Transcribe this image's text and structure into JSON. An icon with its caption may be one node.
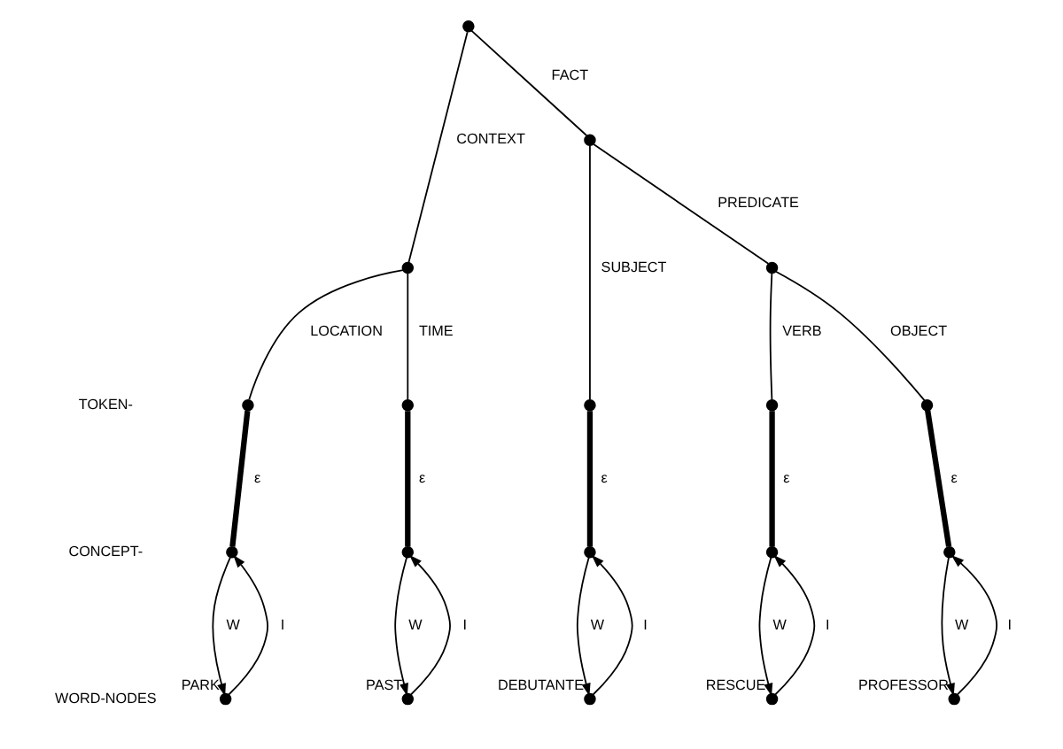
{
  "diagram": {
    "nodes": [
      {
        "text": [],
        "shape": "circle"
      },
      {
        "text": [],
        "shape": "circle"
      },
      {
        "text": [],
        "shape": "circle"
      },
      {
        "text": [],
        "shape": "circle"
      },
      {
        "text": [],
        "shape": "circle"
      },
      {
        "text": [],
        "shape": "circle"
      },
      {
        "text": [],
        "shape": "circle"
      },
      {
        "text": [],
        "shape": "circle"
      },
      {
        "text": [],
        "shape": "circle"
      },
      {
        "text": [],
        "shape": "circle"
      },
      {
        "text": [],
        "shape": "circle"
      },
      {
        "text": [],
        "shape": "circle"
      },
      {
        "text": [],
        "shape": "circle"
      },
      {
        "text": [],
        "shape": "circle"
      },
      {
        "text": [],
        "shape": "circle",
        "beside": [
          "PARK"
        ]
      },
      {
        "text": [],
        "shape": "circle",
        "beside": [
          "PAST"
        ]
      },
      {
        "text": [],
        "shape": "circle",
        "beside": [
          "DEBUTANTE"
        ]
      },
      {
        "text": [],
        "shape": "circle",
        "beside": [
          "RESCUE"
        ]
      },
      {
        "text": [],
        "shape": "circle",
        "beside": [
          "PROFESSOR"
        ]
      }
    ],
    "edges": [
      {
        "from": 0,
        "to": 1,
        "arrow": "none",
        "label": "CONTEXT"
      },
      {
        "from": 0,
        "to": 2,
        "arrow": "none",
        "label": "FACT"
      },
      {
        "from": 1,
        "to": 3,
        "arrow": "none",
        "label": "LOCATION"
      },
      {
        "from": 1,
        "to": 4,
        "arrow": "none",
        "label": "TIME"
      },
      {
        "from": 2,
        "to": 5,
        "arrow": "none",
        "label": "SUBJECT"
      },
      {
        "from": 2,
        "to": 6,
        "arrow": "none",
        "label": "PREDICATE"
      },
      {
        "from": 6,
        "to": 7,
        "arrow": "none",
        "label": "VERB"
      },
      {
        "from": 6,
        "to": 8,
        "arrow": "none",
        "label": "OBJECT"
      },
      {
        "from": 3,
        "to": 9,
        "arrow": "none",
        "label": "ε",
        "style": "thick"
      },
      {
        "from": 4,
        "to": 10,
        "arrow": "none",
        "label": "ε",
        "style": "thick"
      },
      {
        "from": 5,
        "to": 11,
        "arrow": "none",
        "label": "ε",
        "style": "thick"
      },
      {
        "from": 7,
        "to": 12,
        "arrow": "none",
        "label": "ε",
        "style": "thick"
      },
      {
        "from": 8,
        "to": 13,
        "arrow": "none",
        "label": "ε",
        "style": "thick"
      },
      {
        "from": 14,
        "to": 9,
        "arrow": "to",
        "label": "I"
      },
      {
        "from": 9,
        "to": 14,
        "arrow": "to",
        "label": "W"
      },
      {
        "from": 15,
        "to": 10,
        "arrow": "to",
        "label": "I"
      },
      {
        "from": 10,
        "to": 15,
        "arrow": "to",
        "label": "W"
      },
      {
        "from": 16,
        "to": 11,
        "arrow": "to",
        "label": "I"
      },
      {
        "from": 11,
        "to": 16,
        "arrow": "to",
        "label": "W"
      },
      {
        "from": 17,
        "to": 12,
        "arrow": "to",
        "label": "I"
      },
      {
        "from": 12,
        "to": 17,
        "arrow": "to",
        "label": "W"
      },
      {
        "from": 18,
        "to": 13,
        "arrow": "to",
        "label": "I"
      },
      {
        "from": 13,
        "to": 18,
        "arrow": "to",
        "label": "W"
      }
    ],
    "labels": [
      "TOKEN-",
      "CONCEPT-",
      "WORD-NODES"
    ]
  }
}
